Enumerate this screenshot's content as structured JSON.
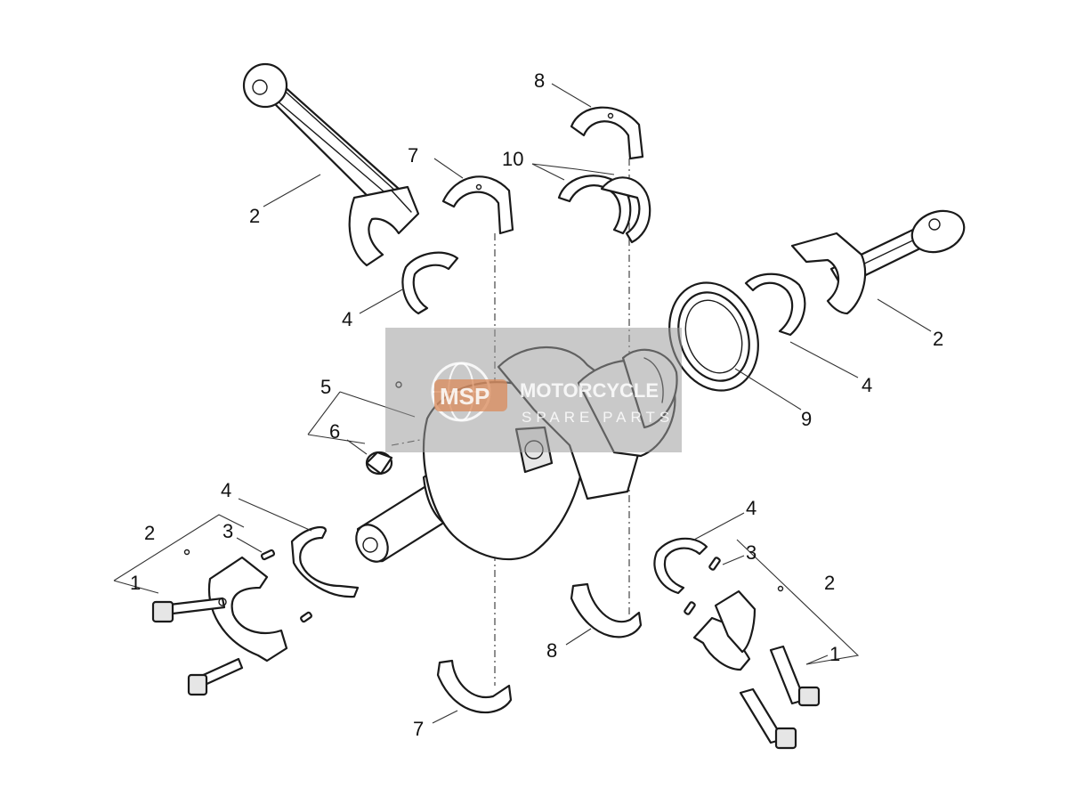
{
  "callouts": {
    "c1a": "1",
    "c1b": "1",
    "c2a": "2",
    "c2b": "2",
    "c2c": "2",
    "c2d": "2",
    "c3a": "3",
    "c3b": "3",
    "c4a": "4",
    "c4b": "4",
    "c4c": "4",
    "c4d": "4",
    "c5": "5",
    "c6": "6",
    "c7a": "7",
    "c7b": "7",
    "c8a": "8",
    "c8b": "8",
    "c9": "9",
    "c10": "10"
  },
  "watermark": {
    "logo": "MSP",
    "line1": "MOTORCYCLE",
    "line2": "SPARE PARTS"
  },
  "colors": {
    "watermark": "#9c9c9c",
    "line": "#1a1a1a"
  }
}
